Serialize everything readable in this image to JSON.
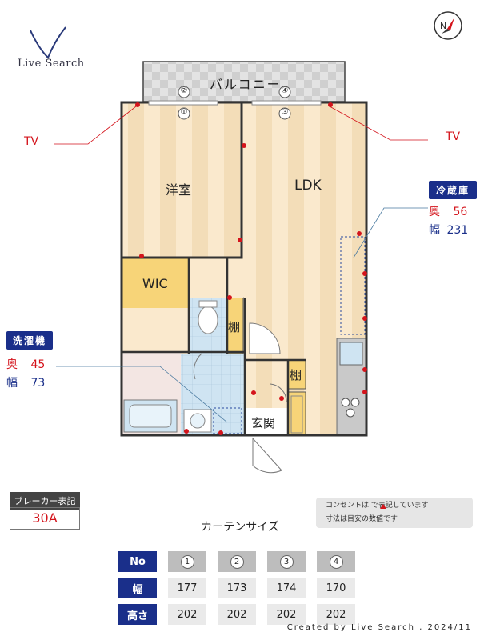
{
  "brand": {
    "name": "Live Search"
  },
  "compass": {
    "icon": "compass-icon"
  },
  "floor_plan": {
    "balcony": "バルコニー",
    "rooms": {
      "western": "洋室",
      "ldk": "LDK",
      "wic": "WIC",
      "shelf_1": "棚",
      "shelf_2": "棚",
      "entrance": "玄関"
    },
    "window_markers": [
      "①",
      "②",
      "③",
      "④"
    ]
  },
  "tv_labels": {
    "left": "TV",
    "right": "TV"
  },
  "fridge": {
    "title": "冷蔵庫",
    "depth_label": "奥",
    "depth": "56",
    "width_label": "幅",
    "width": "231"
  },
  "washer": {
    "title": "洗濯機",
    "depth_label": "奥",
    "depth": "45",
    "width_label": "幅",
    "width": "73"
  },
  "breaker": {
    "label": "ブレーカー表記",
    "value": "30A"
  },
  "notes": [
    "コンセントは で表記しています",
    "寸法は目安の数値です"
  ],
  "curtain": {
    "title": "カーテンサイズ",
    "header_no": "No",
    "header_width": "幅",
    "header_height": "高さ",
    "numbers": [
      "1",
      "2",
      "3",
      "4"
    ],
    "widths": [
      "177",
      "173",
      "174",
      "170"
    ],
    "heights": [
      "202",
      "202",
      "202",
      "202"
    ]
  },
  "credit": "Created by Live Search , 2024/11",
  "colors": {
    "accent_navy": "#1a2f8a",
    "outlet_red": "#d4141c",
    "wic_yellow": "#f7d478"
  }
}
